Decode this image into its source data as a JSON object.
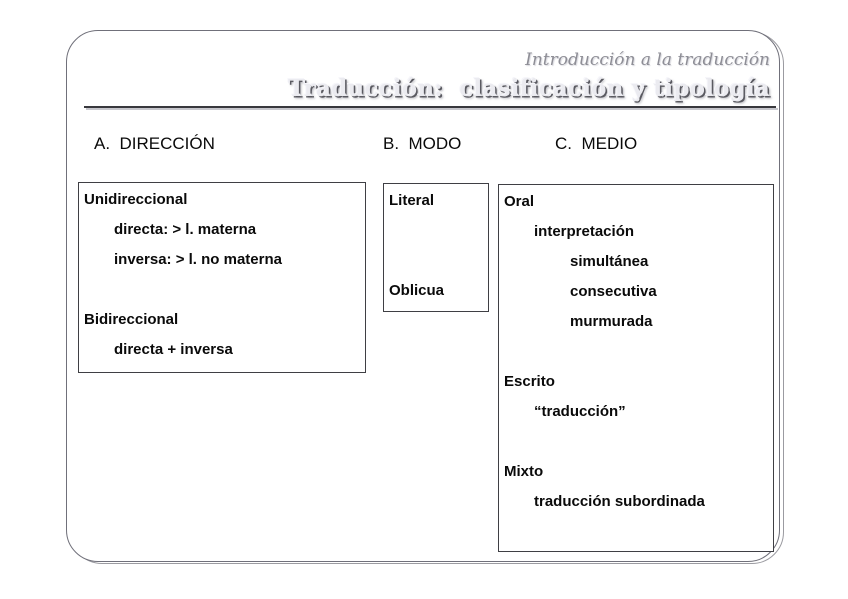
{
  "slide": {
    "subtitle": "Introducción a la traducción",
    "title": "Traducción:  clasificación y tipología",
    "columns": [
      {
        "header": "A.  DIRECCIÓN",
        "lines": [
          "Unidireccional",
          "directa: > l. materna",
          "inversa: > l. no materna",
          "",
          "Bidireccional",
          "directa + inversa"
        ]
      },
      {
        "header": "B.  MODO",
        "lines": [
          "Literal",
          "",
          "",
          "Oblicua"
        ]
      },
      {
        "header": "C.  MEDIO",
        "lines": [
          "Oral",
          "interpretación",
          "simultánea",
          "consecutiva",
          "murmurada",
          "",
          "Escrito",
          "“traducción”",
          "",
          "Mixto",
          "traducción subordinada"
        ]
      }
    ]
  },
  "colors": {
    "title_fill": "#ebebf0",
    "title_shadow": "#5a5a61",
    "subtitle_ink": "#8e8e96",
    "rule_ink": "#38383d",
    "rule_shadow": "#c6c6cc",
    "box_border": "#3f3f44",
    "body_ink": "#0a0a0a",
    "frame_border": "#70707a",
    "frame_shadow": "#9b9ba1",
    "bg": "#ffffff"
  }
}
